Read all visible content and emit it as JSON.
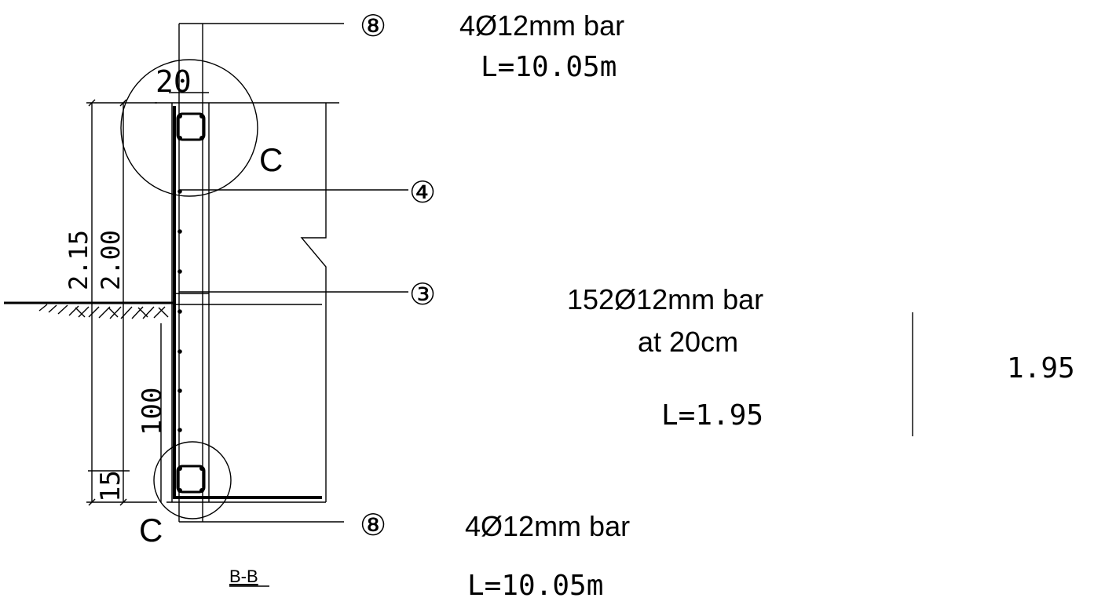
{
  "marks": {
    "top": "⑧",
    "four": "④",
    "three": "③",
    "bottom": "⑧"
  },
  "labels": {
    "top_bar": "4Ø12mm bar",
    "top_len": "L=10.05m",
    "mid_bar": "152Ø12mm bar",
    "mid_spacing": "at 20cm",
    "mid_len": "L=1.95",
    "side_len": "1.95",
    "bottom_bar": "4Ø12mm bar",
    "bottom_len": "L=10.05m",
    "detail_top": "C",
    "detail_bottom": "C",
    "section": "B-B"
  },
  "dims": {
    "d20": "20",
    "d215": "2.15",
    "d200": "2.00",
    "d100": "100",
    "d15": "15"
  }
}
